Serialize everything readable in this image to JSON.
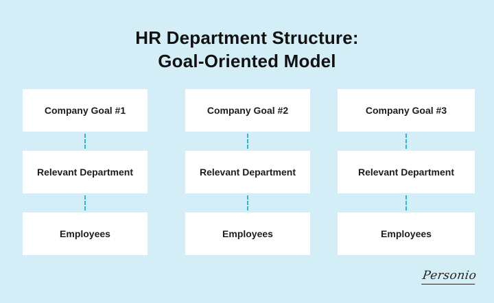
{
  "title": {
    "line1": "HR Department Structure:",
    "line2": "Goal-Oriented Model"
  },
  "columns": [
    {
      "goal": "Company Goal #1",
      "department": "Relevant Department",
      "employees": "Employees"
    },
    {
      "goal": "Company Goal #2",
      "department": "Relevant Department",
      "employees": "Employees"
    },
    {
      "goal": "Company Goal #3",
      "department": "Relevant Department",
      "employees": "Employees"
    }
  ],
  "logo": {
    "text": "Personio"
  },
  "colors": {
    "background": "#d3eef7",
    "box": "#ffffff",
    "connector": "#2bb5d9"
  }
}
